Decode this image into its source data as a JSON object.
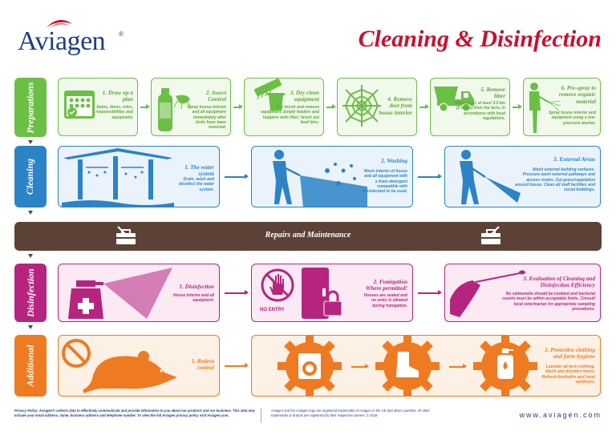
{
  "brand": {
    "name": "Aviagen",
    "reg": "®"
  },
  "title": "Cleaning & Disinfection",
  "colors": {
    "green": "#6cbf45",
    "blue": "#2c83c6",
    "brown": "#5c4137",
    "magenta": "#b5257f",
    "orange": "#ee7b22",
    "red": "#c8102e",
    "navy": "#1f3d8a"
  },
  "sections": {
    "preparations": "Preparations",
    "cleaning": "Cleaning",
    "disinfection": "Disinfection",
    "additional": "Additional"
  },
  "prep": [
    {
      "num": "1.",
      "title": "Draw up a plan",
      "text": "Dates, times, roles, responsibilities and equipment.",
      "icon": "calendar-icon"
    },
    {
      "num": "2.",
      "title": "Insect Control",
      "text": "Spray house interior and all equipment immediately after birds have been removed.",
      "icon": "spray-can-icon"
    },
    {
      "num": "3.",
      "title": "Dry clean equipment",
      "text": "Dry brush and remove equipment. Empty feeders and hoppers onto litter; brush out feed bins.",
      "icon": "brush-bucket-icon"
    },
    {
      "num": "4.",
      "title": "Remove dust from house interior",
      "text": "",
      "icon": "cobweb-icon"
    },
    {
      "num": "5.",
      "title": "Remove litter",
      "text": "Dispose of, at least 3.2 km (2 miles) from the farm, in accordance with local regulations.",
      "icon": "dump-truck-icon"
    },
    {
      "num": "6.",
      "title": "Pre-spray to remove organic material",
      "text": "Spray house interior and equipment using a low-pressure washer.",
      "icon": "sprayer-person-icon"
    }
  ],
  "clean": [
    {
      "num": "1.",
      "title": "The water system",
      "text": "Drain, wash and disinfect the water system.",
      "icon": "water-house-icon"
    },
    {
      "num": "2.",
      "title": "Washing",
      "text": "Wash interior of house and all equipment with a foam detergent compatible with disinfectant to be used.",
      "icon": "washing-person-icon"
    },
    {
      "num": "3.",
      "title": "External Areas",
      "text": "Wash external building surfaces. Pressure wash external pathways and access routes. Cut grass/vegetation around house. Clean all staff facilities and social buildings.",
      "icon": "external-wash-icon"
    }
  ],
  "repairs": "Repairs and Maintenance",
  "disinf": [
    {
      "num": "1.",
      "title": "Disinfection",
      "text": "House interior and all equipment.",
      "icon": "disinfect-spray-icon"
    },
    {
      "num": "2.",
      "title": "Fumigation Where permitted!",
      "text": "Houses are sealed and no entry is allowed during fumigation.",
      "icon": "no-entry-icon",
      "badge": "NO ENTRY"
    },
    {
      "num": "3.",
      "title": "Evaluation of Cleaning and Disinfection Efficiency",
      "text": "No salmonella should be isolated and bacterial counts must be within acceptable limits. Consult local veterinarian for appropriate sampling procedures.",
      "icon": "swab-icon"
    }
  ],
  "additional": [
    {
      "num": "1.",
      "title": "Rodent control",
      "text": "",
      "icon": "rodent-icon"
    },
    {
      "num": "2.",
      "title": "Protective clothing and farm hygiene",
      "text": "Launder all farm clothing. Wash and disinfect boots. Refresh footbaths and hand sanitisers.",
      "icon": "hygiene-icon"
    }
  ],
  "footer": {
    "privacy": "Privacy Policy: Aviagen® collects data to effectively communicate and provide information to you about our products and our business. This data may include your email address, name, business address and telephone number. To view the full Aviagen privacy policy visit Aviagen.com.",
    "legal": "Aviagen and the Aviagen logo are registered trademarks of Aviagen in the US and other countries. All other trademarks or brands are registered by their respective owners. © 2019",
    "url": "www.aviagen.com"
  }
}
